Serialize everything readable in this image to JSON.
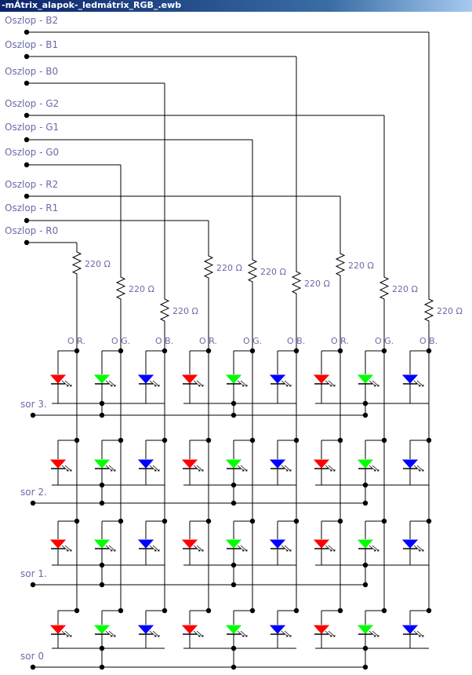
{
  "window": {
    "title": "-mÁtrix_alapok-_ledmátrix_RGB_.ewb"
  },
  "columns": [
    {
      "label": "Oszlop - B2"
    },
    {
      "label": "Oszlop - B1"
    },
    {
      "label": "Oszlop - B0"
    },
    {
      "label": "Oszlop - G2"
    },
    {
      "label": "Oszlop - G1"
    },
    {
      "label": "Oszlop - G0"
    },
    {
      "label": "Oszlop - R2"
    },
    {
      "label": "Oszlop - R1"
    },
    {
      "label": "Oszlop - R0"
    }
  ],
  "resistor_value": "220 Ω",
  "pin_labels": [
    "O R.",
    "O G.",
    "O B.",
    "O R.",
    "O G.",
    "O B.",
    "O R.",
    "O G.",
    "O B."
  ],
  "rows": [
    {
      "label": "sor 3."
    },
    {
      "label": "sor 2."
    },
    {
      "label": "sor 1."
    },
    {
      "label": "sor 0"
    }
  ],
  "colors": {
    "red": "#ff0000",
    "green": "#00ff00",
    "blue": "#0000ff",
    "wire": "#000000",
    "label": "#6a6aaa"
  }
}
